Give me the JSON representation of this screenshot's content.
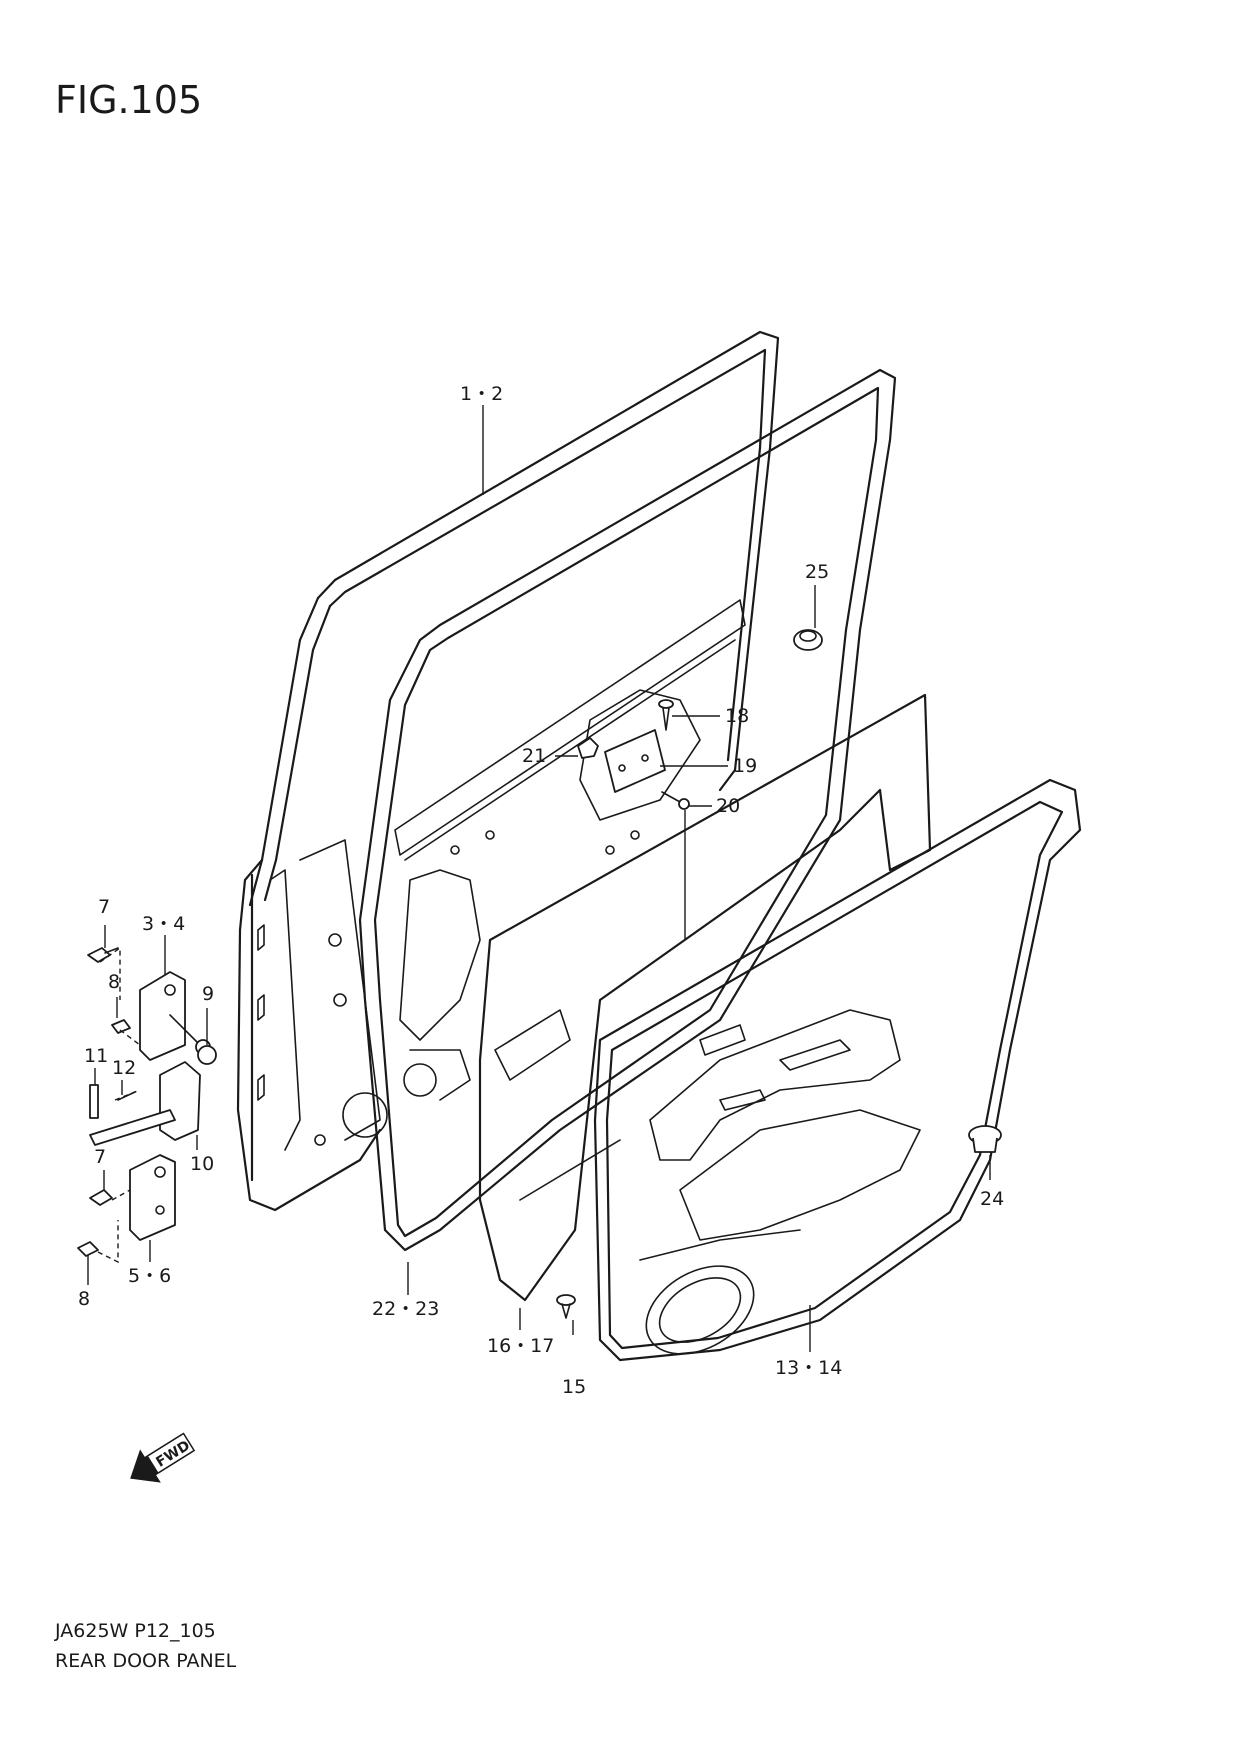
{
  "figure": {
    "title": "FIG.105",
    "code": "JA625W P12_105",
    "name": "REAR DOOR PANEL"
  },
  "fwd_label": "FWD",
  "callouts": {
    "c1": "1・2",
    "c2": "25",
    "c3": "18",
    "c4": "21",
    "c5": "19",
    "c6": "20",
    "c7": "7",
    "c8": "3・4",
    "c9": "8",
    "c10": "9",
    "c11": "11",
    "c12": "12",
    "c13": "10",
    "c14": "7",
    "c15": "5・6",
    "c16": "8",
    "c17": "22・23",
    "c18": "16・17",
    "c19": "15",
    "c20": "13・14",
    "c21": "24"
  }
}
